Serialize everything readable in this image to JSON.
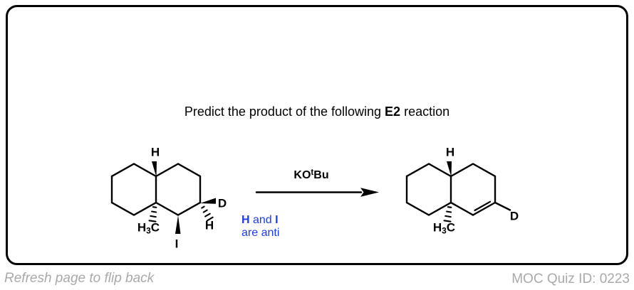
{
  "colors": {
    "ink": "#000000",
    "accent": "#1e3ce8",
    "muted": "#a9a9a9"
  },
  "card": {
    "title": {
      "prefix": "Predict the product of the following ",
      "emphasis": "E2",
      "suffix": " reaction"
    },
    "scheme": {
      "reagent": {
        "base": "KO",
        "sup": "t",
        "rest": "Bu"
      },
      "annotation": {
        "bold1": "H",
        "mid": " and ",
        "bold2": "I",
        "line2": "are anti"
      },
      "reactant_labels": {
        "h_top": "H",
        "methyl_h": "H",
        "methyl_sub": "3",
        "methyl_c": "C",
        "iodo": "I",
        "deuterium": "D",
        "h_side": "H"
      },
      "product_labels": {
        "h_top": "H",
        "methyl_h": "H",
        "methyl_sub": "3",
        "methyl_c": "C",
        "deuterium": "D"
      }
    }
  },
  "footer": {
    "left": "Refresh page to flip back",
    "right": "MOC Quiz ID: 0223"
  }
}
